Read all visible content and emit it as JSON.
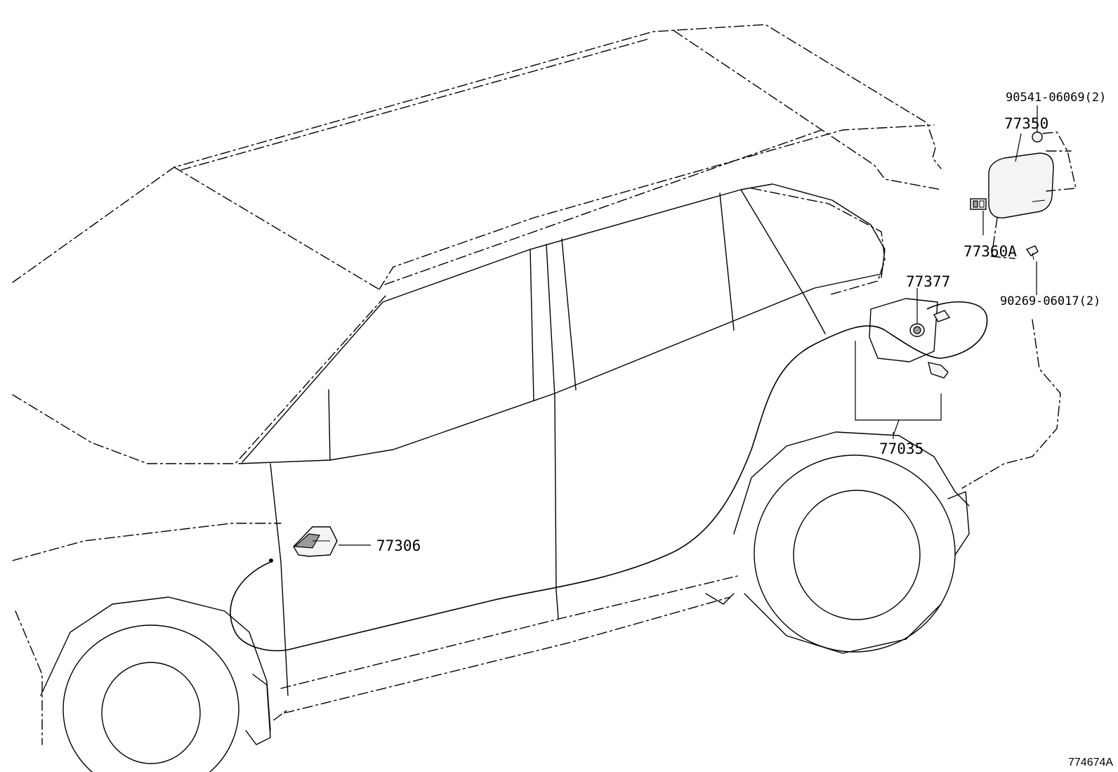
{
  "callouts": {
    "p90541": "90541-06069(2)",
    "p77350": "77350",
    "p77360A": "77360A",
    "p90269": "90269-06017(2)",
    "p77377": "77377",
    "p77035": "77035",
    "p77306": "77306"
  },
  "figure_ref": "774674A"
}
